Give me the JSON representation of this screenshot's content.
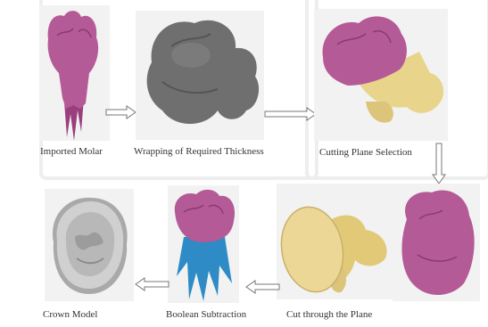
{
  "colors": {
    "enamel": "#b45a97",
    "root_pink": "#9a3f7e",
    "shell_gray": "#6f6f6f",
    "dentin_yellow": "#e8d48a",
    "subtraction_blue": "#2e8bc6",
    "crown_gray": "#c8c8c8",
    "panel_bg": "#f2f2f2"
  },
  "steps": [
    {
      "label": "Imported Molar"
    },
    {
      "label": "Wrapping of Required Thickness"
    },
    {
      "label": "Cutting Plane Selection"
    },
    {
      "label": "Cut through the Plane"
    },
    {
      "label": "Boolean Subtraction"
    },
    {
      "label": "Crown Model"
    }
  ],
  "arrows": [
    {
      "from": "Imported Molar",
      "to": "Wrapping of Required Thickness",
      "direction": "right"
    },
    {
      "from": "Wrapping of Required Thickness",
      "to": "Cutting Plane Selection",
      "direction": "right"
    },
    {
      "from": "Cutting Plane Selection",
      "to": "Cut through the Plane",
      "direction": "down"
    },
    {
      "from": "Cut through the Plane",
      "to": "Boolean Subtraction",
      "direction": "left"
    },
    {
      "from": "Boolean Subtraction",
      "to": "Crown Model",
      "direction": "left"
    }
  ]
}
